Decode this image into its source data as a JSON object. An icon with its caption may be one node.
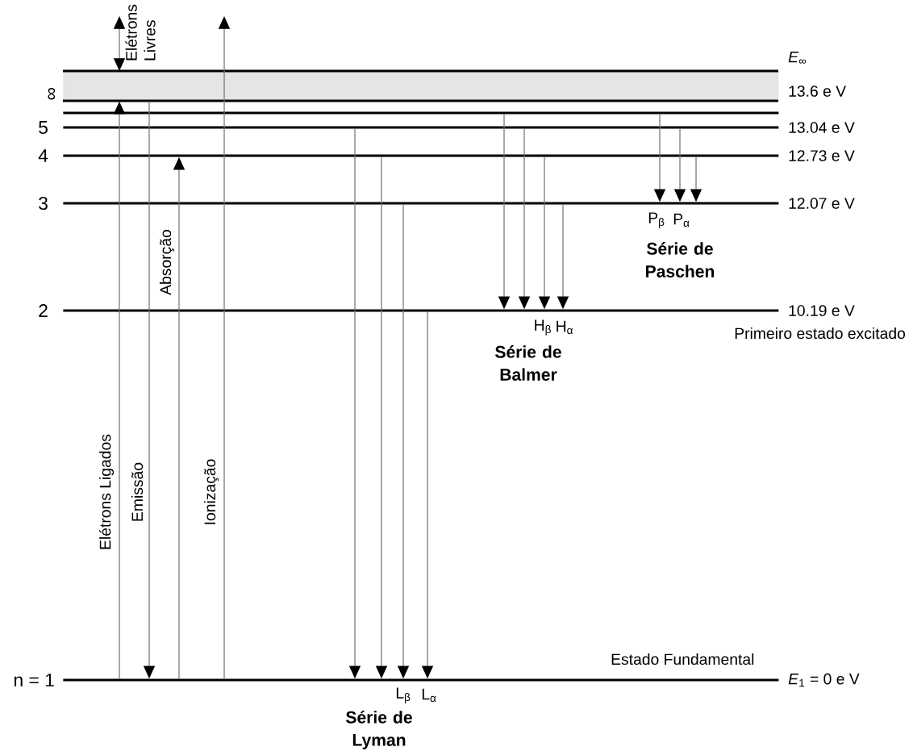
{
  "diagram": {
    "nodes": [
      {
        "text": [
          "∞"
        ],
        "beside": [
          "*E*$_{∞}$",
          "13.6 e V"
        ]
      },
      {
        "text": [],
        "shape": "bar"
      },
      {
        "text": [
          "5"
        ],
        "beside": [
          "13.04 e V"
        ]
      },
      {
        "text": [
          "4"
        ],
        "beside": [
          "12.73 e V"
        ]
      },
      {
        "text": [
          "3"
        ],
        "beside": [
          "12.07 e V"
        ]
      },
      {
        "text": [
          "2"
        ],
        "beside": [
          "10.19 e V",
          "Primeiro estado excitado"
        ]
      },
      {
        "text": [
          "n = 1"
        ],
        "beside": [
          "*E*$_{1}$ = 0 e V",
          "Estado Fundamental"
        ]
      }
    ],
    "edges": [
      {
        "from": 6,
        "to": 0,
        "arrow": "to",
        "label": "Elétrons Ligados"
      },
      {
        "from": 0,
        "to": null,
        "arrow": "both",
        "label": "Elétrons Livres"
      },
      {
        "from": 0,
        "to": 6,
        "arrow": "to",
        "label": "Emissão"
      },
      {
        "from": 6,
        "to": 3,
        "arrow": "to",
        "label": "Absorção"
      },
      {
        "from": 6,
        "to": null,
        "arrow": "to",
        "label": "Ionização"
      },
      {
        "from": 2,
        "to": 6,
        "arrow": "to"
      },
      {
        "from": 3,
        "to": 6,
        "arrow": "to"
      },
      {
        "from": 4,
        "to": 6,
        "arrow": "to",
        "label": "L$_{β}$"
      },
      {
        "from": 5,
        "to": 6,
        "arrow": "to",
        "label": "L$_{α}$"
      },
      {
        "from": 1,
        "to": 5,
        "arrow": "to"
      },
      {
        "from": 2,
        "to": 5,
        "arrow": "to"
      },
      {
        "from": 3,
        "to": 5,
        "arrow": "to",
        "label": "H$_{β}$"
      },
      {
        "from": 4,
        "to": 5,
        "arrow": "to",
        "label": "H$_{α}$"
      },
      {
        "from": 1,
        "to": 4,
        "arrow": "to"
      },
      {
        "from": 2,
        "to": 4,
        "arrow": "to",
        "label": "P$_{β}$"
      },
      {
        "from": 3,
        "to": 4,
        "arrow": "to",
        "label": "P$_{α}$"
      }
    ],
    "labels": [
      "Série de Paschen",
      "Série de Balmer",
      "Série de Lyman"
    ]
  }
}
